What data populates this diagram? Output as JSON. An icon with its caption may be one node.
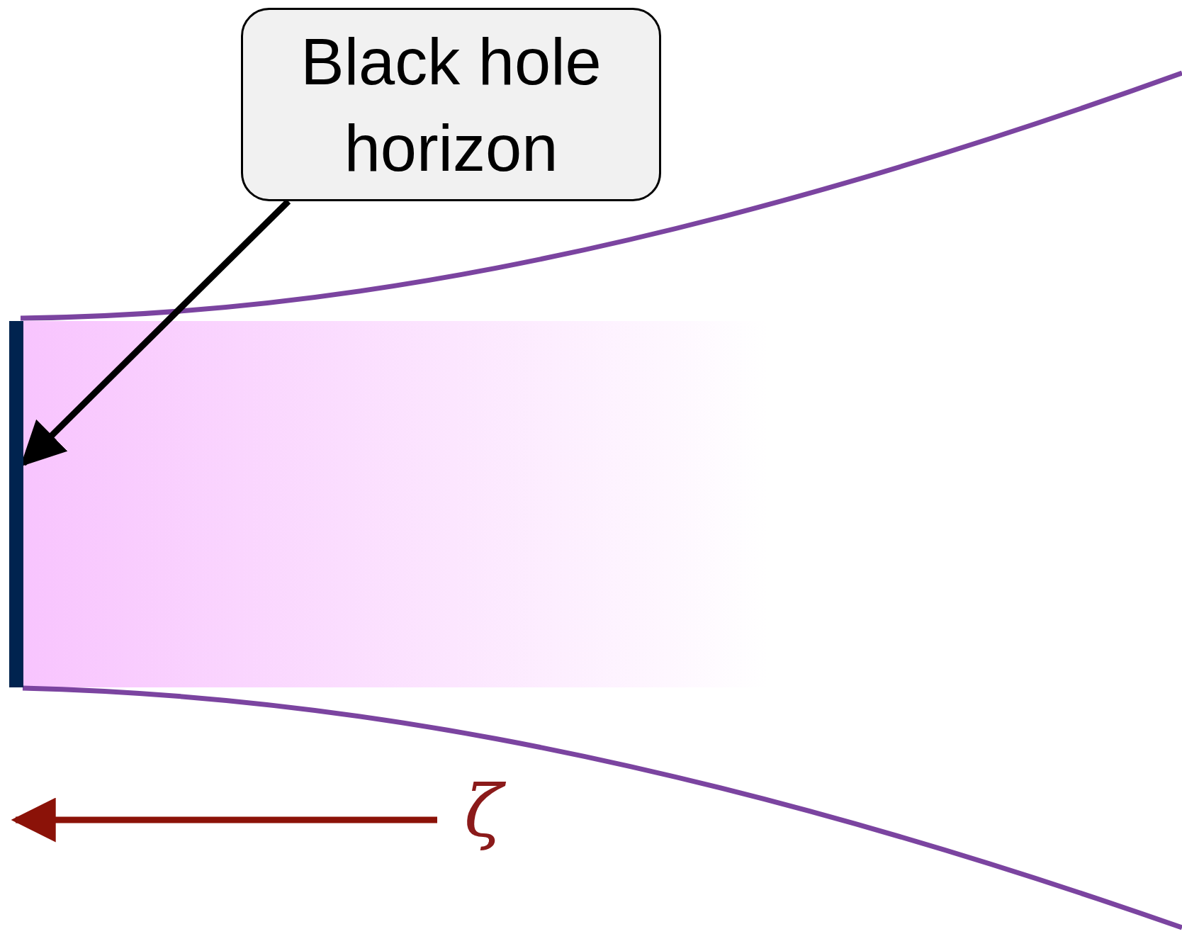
{
  "diagram": {
    "nodes": [
      {
        "text": [
          "Black hole horizon"
        ]
      },
      {
        "text": [],
        "shape": "bar"
      }
    ],
    "edges": [
      {
        "from": 0,
        "to": 1,
        "arrow": "to"
      }
    ],
    "labels": [
      "ζ"
    ]
  }
}
